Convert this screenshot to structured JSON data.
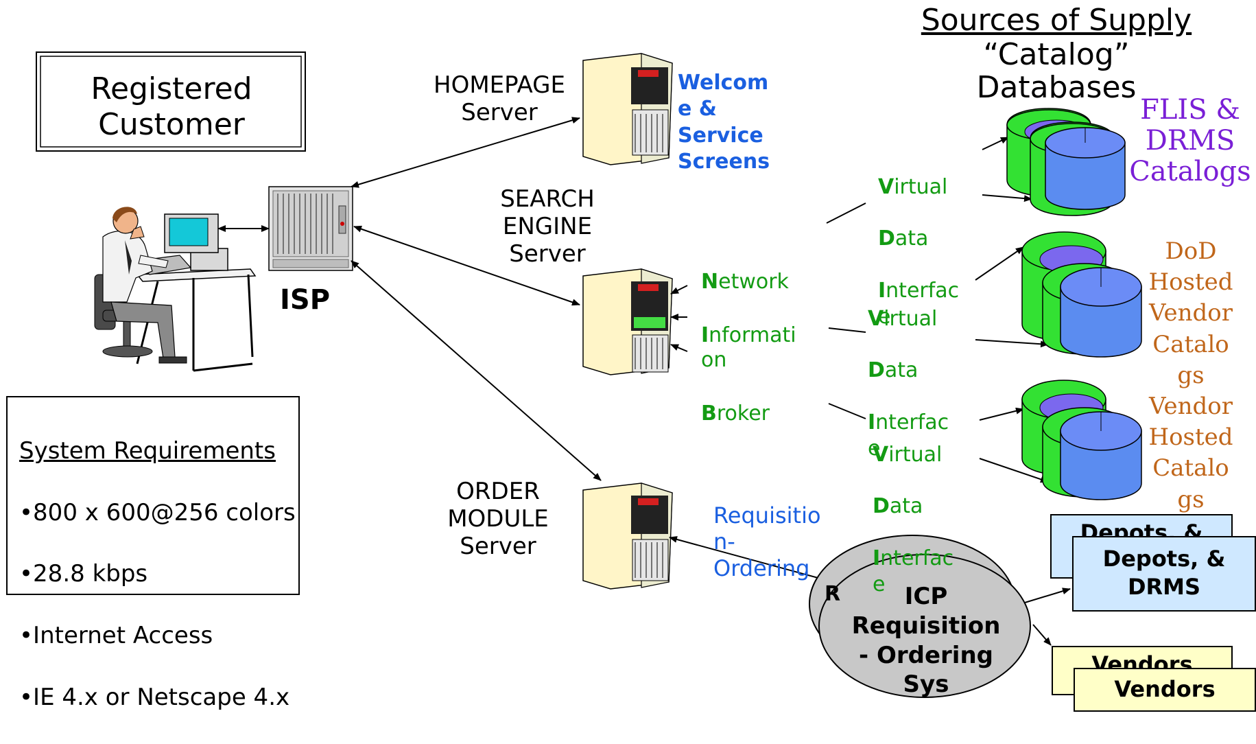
{
  "registered_customer": "Registered\nCustomer",
  "isp_label": "ISP",
  "system_requirements": {
    "title": "System Requirements",
    "items": [
      "•800 x 600@256 colors",
      "•28.8 kbps",
      "•Internet Access",
      "•IE 4.x or Netscape 4.x"
    ]
  },
  "servers": {
    "homepage": "HOMEPAGE\nServer",
    "search": "SEARCH\nENGINE\nServer",
    "order": "ORDER\nMODULE\nServer"
  },
  "welcome_text": "Welcom\ne &\nService\nScreens",
  "nib": [
    {
      "initial": "N",
      "rest": "etwork"
    },
    {
      "initial": "I",
      "rest": "nformati\non"
    },
    {
      "initial": "B",
      "rest": "roker"
    }
  ],
  "vdi": [
    {
      "v": "V",
      "v_rest": "irtual",
      "d": "D",
      "d_rest": "ata",
      "i": "I",
      "i_rest": "nterfac\ne"
    },
    {
      "v": "V",
      "v_rest": "irtual",
      "d": "D",
      "d_rest": "ata",
      "i": "I",
      "i_rest": "nterfac\ne"
    },
    {
      "v": "V",
      "v_rest": "irtual",
      "d": "D",
      "d_rest": "ata",
      "i": "I",
      "i_rest": "nterfac\ne"
    }
  ],
  "sources_title": "Sources of Supply",
  "catalog_db": "“Catalog”\nDatabases",
  "catalogs": {
    "flis": "FLIS &\nDRMS\nCatalogs",
    "dod": "DoD\nHosted\nVendor\nCatalo\ngs",
    "vendor": "Vendor\nHosted\nCatalo\ngs"
  },
  "req_ordering": "Requisitio\nn-\nOrdering",
  "icp_back_letter": "R",
  "icp": "ICP\nRequisition\n- Ordering\nSys",
  "depots_back": "Depots, &",
  "depots": "Depots, &\nDRMS",
  "vendors_back": "Vendors",
  "vendors": "Vendors",
  "colors": {
    "green_text": "#139b13",
    "blue_text": "#1a5fe0",
    "flis_purple": "#7a1fd6",
    "catalog_orange": "#c0661a",
    "disk_green": "#33e133",
    "disk_blue": "#5b8cf0",
    "depots_fill": "#cfe8ff",
    "vendors_fill": "#ffffc8",
    "icp_fill": "#c8c8c8"
  }
}
